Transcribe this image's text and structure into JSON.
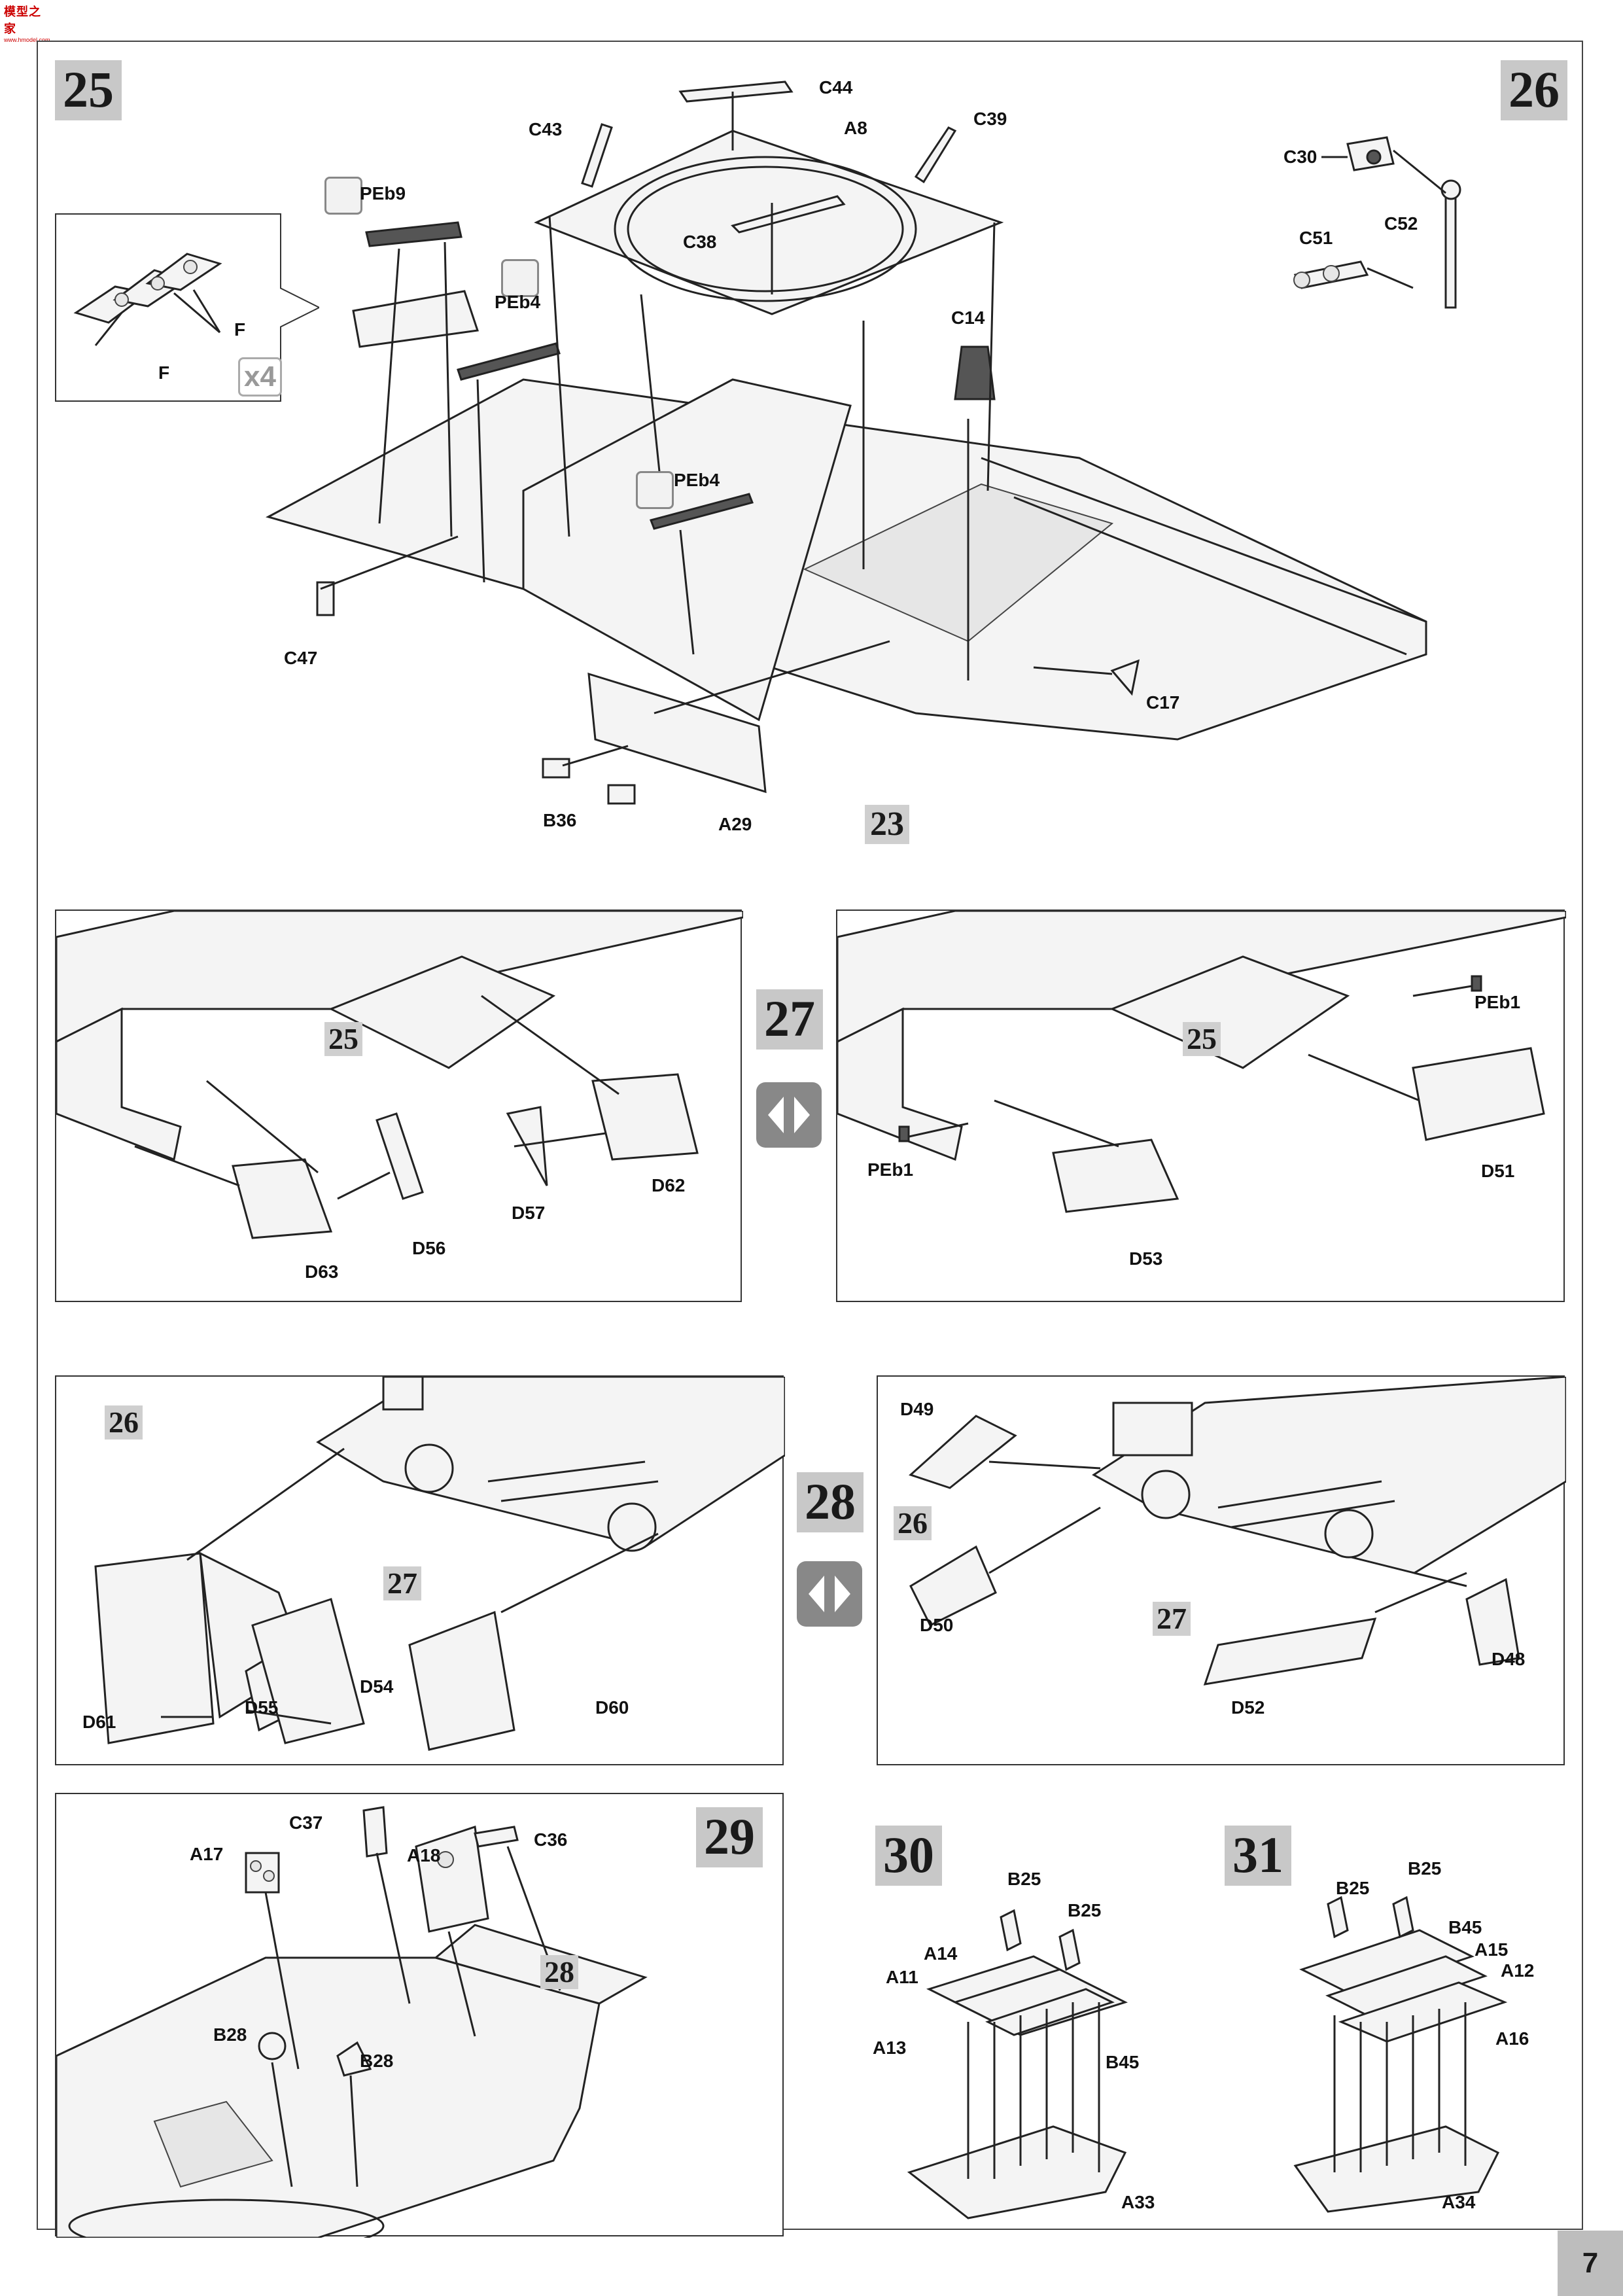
{
  "logo": {
    "line1": "模型之家",
    "line2": "www.hmodel.com"
  },
  "steps": {
    "s25": "25",
    "s26": "26",
    "s27": "27",
    "s28": "28",
    "s29": "29",
    "s30": "30",
    "s31": "31"
  },
  "step25": {
    "inset_labels": {
      "f1": "F",
      "f2": "F",
      "qty": "x4"
    },
    "labels": {
      "c44": "C44",
      "c43": "C43",
      "a8": "A8",
      "c39": "C39",
      "c38": "C38",
      "peb9": "PEb9",
      "peb4a": "PEb4",
      "peb4b": "PEb4",
      "c14": "C14",
      "c47": "C47",
      "c17": "C17",
      "b36": "B36",
      "a29": "A29"
    },
    "ref": "23"
  },
  "step26": {
    "labels": {
      "c30": "C30",
      "c52": "C52",
      "c51": "C51"
    }
  },
  "step27": {
    "left": {
      "ref": "25",
      "labels": {
        "d62": "D62",
        "d57": "D57",
        "d56": "D56",
        "d63": "D63"
      }
    },
    "right": {
      "ref": "25",
      "labels": {
        "peb1a": "PEb1",
        "peb1b": "PEb1",
        "d51": "D51",
        "d53": "D53"
      }
    }
  },
  "step28": {
    "left": {
      "ref26": "26",
      "ref27": "27",
      "labels": {
        "d61": "D61",
        "d55": "D55",
        "d54": "D54",
        "d60": "D60"
      }
    },
    "right": {
      "ref26": "26",
      "ref27": "27",
      "labels": {
        "d49": "D49",
        "d50": "D50",
        "d52": "D52",
        "d48": "D48"
      }
    }
  },
  "step29": {
    "ref": "28",
    "labels": {
      "c37": "C37",
      "c36": "C36",
      "a17": "A17",
      "a18": "A18",
      "b28a": "B28",
      "b28b": "B28"
    }
  },
  "step30": {
    "labels": {
      "b25a": "B25",
      "b25b": "B25",
      "a14": "A14",
      "a11": "A11",
      "a13": "A13",
      "b45": "B45",
      "a33": "A33"
    }
  },
  "step31": {
    "labels": {
      "b25a": "B25",
      "b25b": "B25",
      "b45": "B45",
      "a15": "A15",
      "a12": "A12",
      "a16": "A16",
      "a34": "A34"
    }
  },
  "page_number": "7"
}
